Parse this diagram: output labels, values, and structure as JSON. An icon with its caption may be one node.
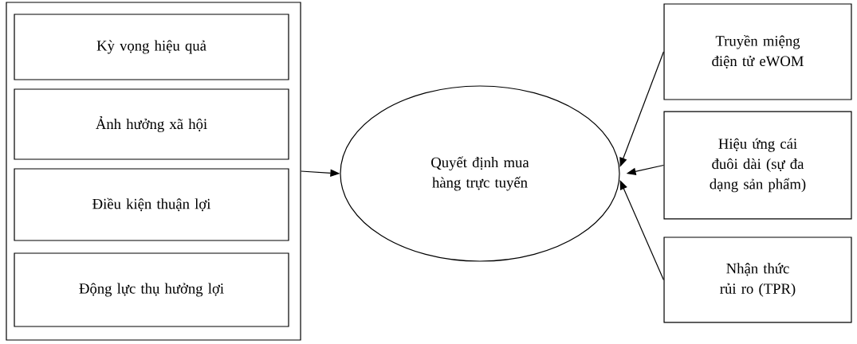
{
  "diagram": {
    "nodes": [
      {
        "text": [],
        "shape": "box"
      },
      {
        "text": [
          "Kỳ vọng hiệu quả"
        ],
        "in": 0
      },
      {
        "text": [
          "Ảnh hưởng xã hội"
        ],
        "in": 0
      },
      {
        "text": [
          "Điều kiện thuận lợi"
        ],
        "in": 0
      },
      {
        "text": [
          "Động lực thụ hưởng lợi"
        ],
        "in": 0
      },
      {
        "text": [
          "Quyết định mua hàng trực tuyến"
        ]
      },
      {
        "text": [
          "Truyền miệng điện tử eWOM"
        ]
      },
      {
        "text": [
          "Hiệu ứng cái đuôi dài (sự đa dạng sản phẩm)"
        ]
      },
      {
        "text": [
          "Nhận thức rủi ro (TPR)"
        ]
      }
    ],
    "edges": [
      {
        "from": 0,
        "to": 5,
        "arrow": "to"
      },
      {
        "from": 6,
        "to": 5,
        "arrow": "to"
      },
      {
        "from": 7,
        "to": 5,
        "arrow": "to"
      },
      {
        "from": 8,
        "to": 5,
        "arrow": "to"
      }
    ]
  }
}
